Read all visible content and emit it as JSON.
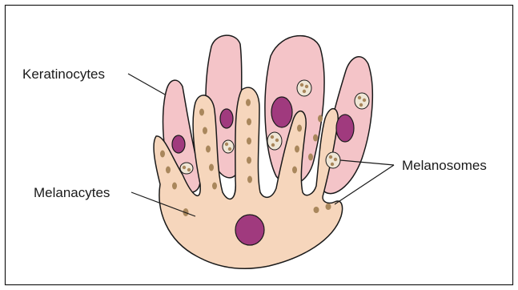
{
  "labels": {
    "keratinocytes": "Keratinocytes",
    "melanocytes": "Melanacytes",
    "melanosomes": "Melanosomes"
  },
  "colors": {
    "keratinocyte_fill": "#f4c4c8",
    "melanocyte_fill": "#f6d6bc",
    "nucleus": "#a03a7e",
    "melanosome": "#a9875c",
    "melanosome_vesicle": "#efe6d6",
    "outline": "#1a1a1a"
  }
}
